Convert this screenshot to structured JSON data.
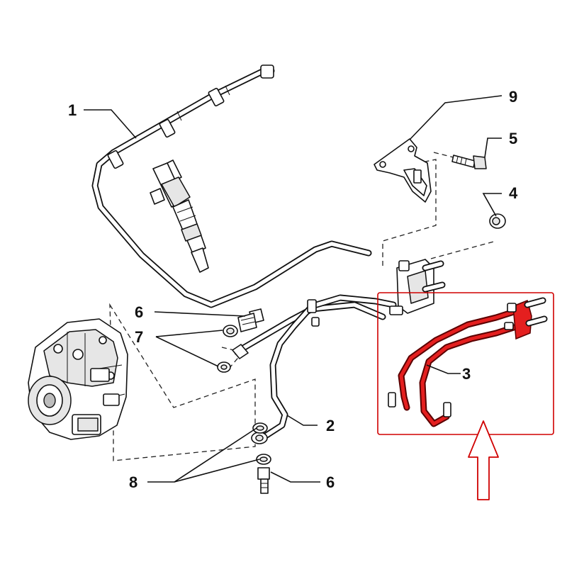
{
  "diagram": {
    "callouts": {
      "c1": "1",
      "c2": "2",
      "c3": "3",
      "c4": "4",
      "c5": "5",
      "c6a": "6",
      "c6b": "6",
      "c7": "7",
      "c8": "8",
      "c9": "9"
    },
    "highlight_color": "#d00000",
    "highlight_fill": "#e41f1f"
  }
}
